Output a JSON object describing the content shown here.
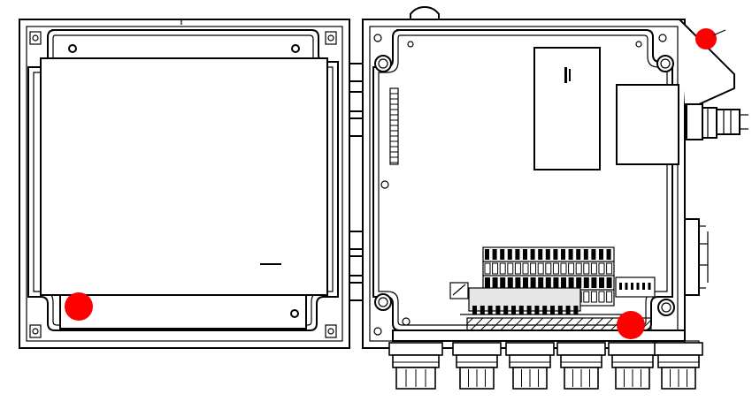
{
  "diagram": {
    "colors": {
      "line": "#000000",
      "background": "#ffffff",
      "marker": "#ff0000",
      "shading": "#000000"
    },
    "markers": [
      {
        "name": "marker-door-lower-left",
        "color": "#ff0000"
      },
      {
        "name": "marker-enclosure-top-right",
        "color": "#ff0000"
      },
      {
        "name": "marker-terminal-lower-right",
        "color": "#ff0000"
      }
    ],
    "components": {
      "door": "enclosure-door",
      "body": "enclosure-body",
      "display_module": "display-module",
      "power_module": "power-module",
      "terminal_block": "terminal-block",
      "cable_glands": "cable-glands"
    }
  }
}
